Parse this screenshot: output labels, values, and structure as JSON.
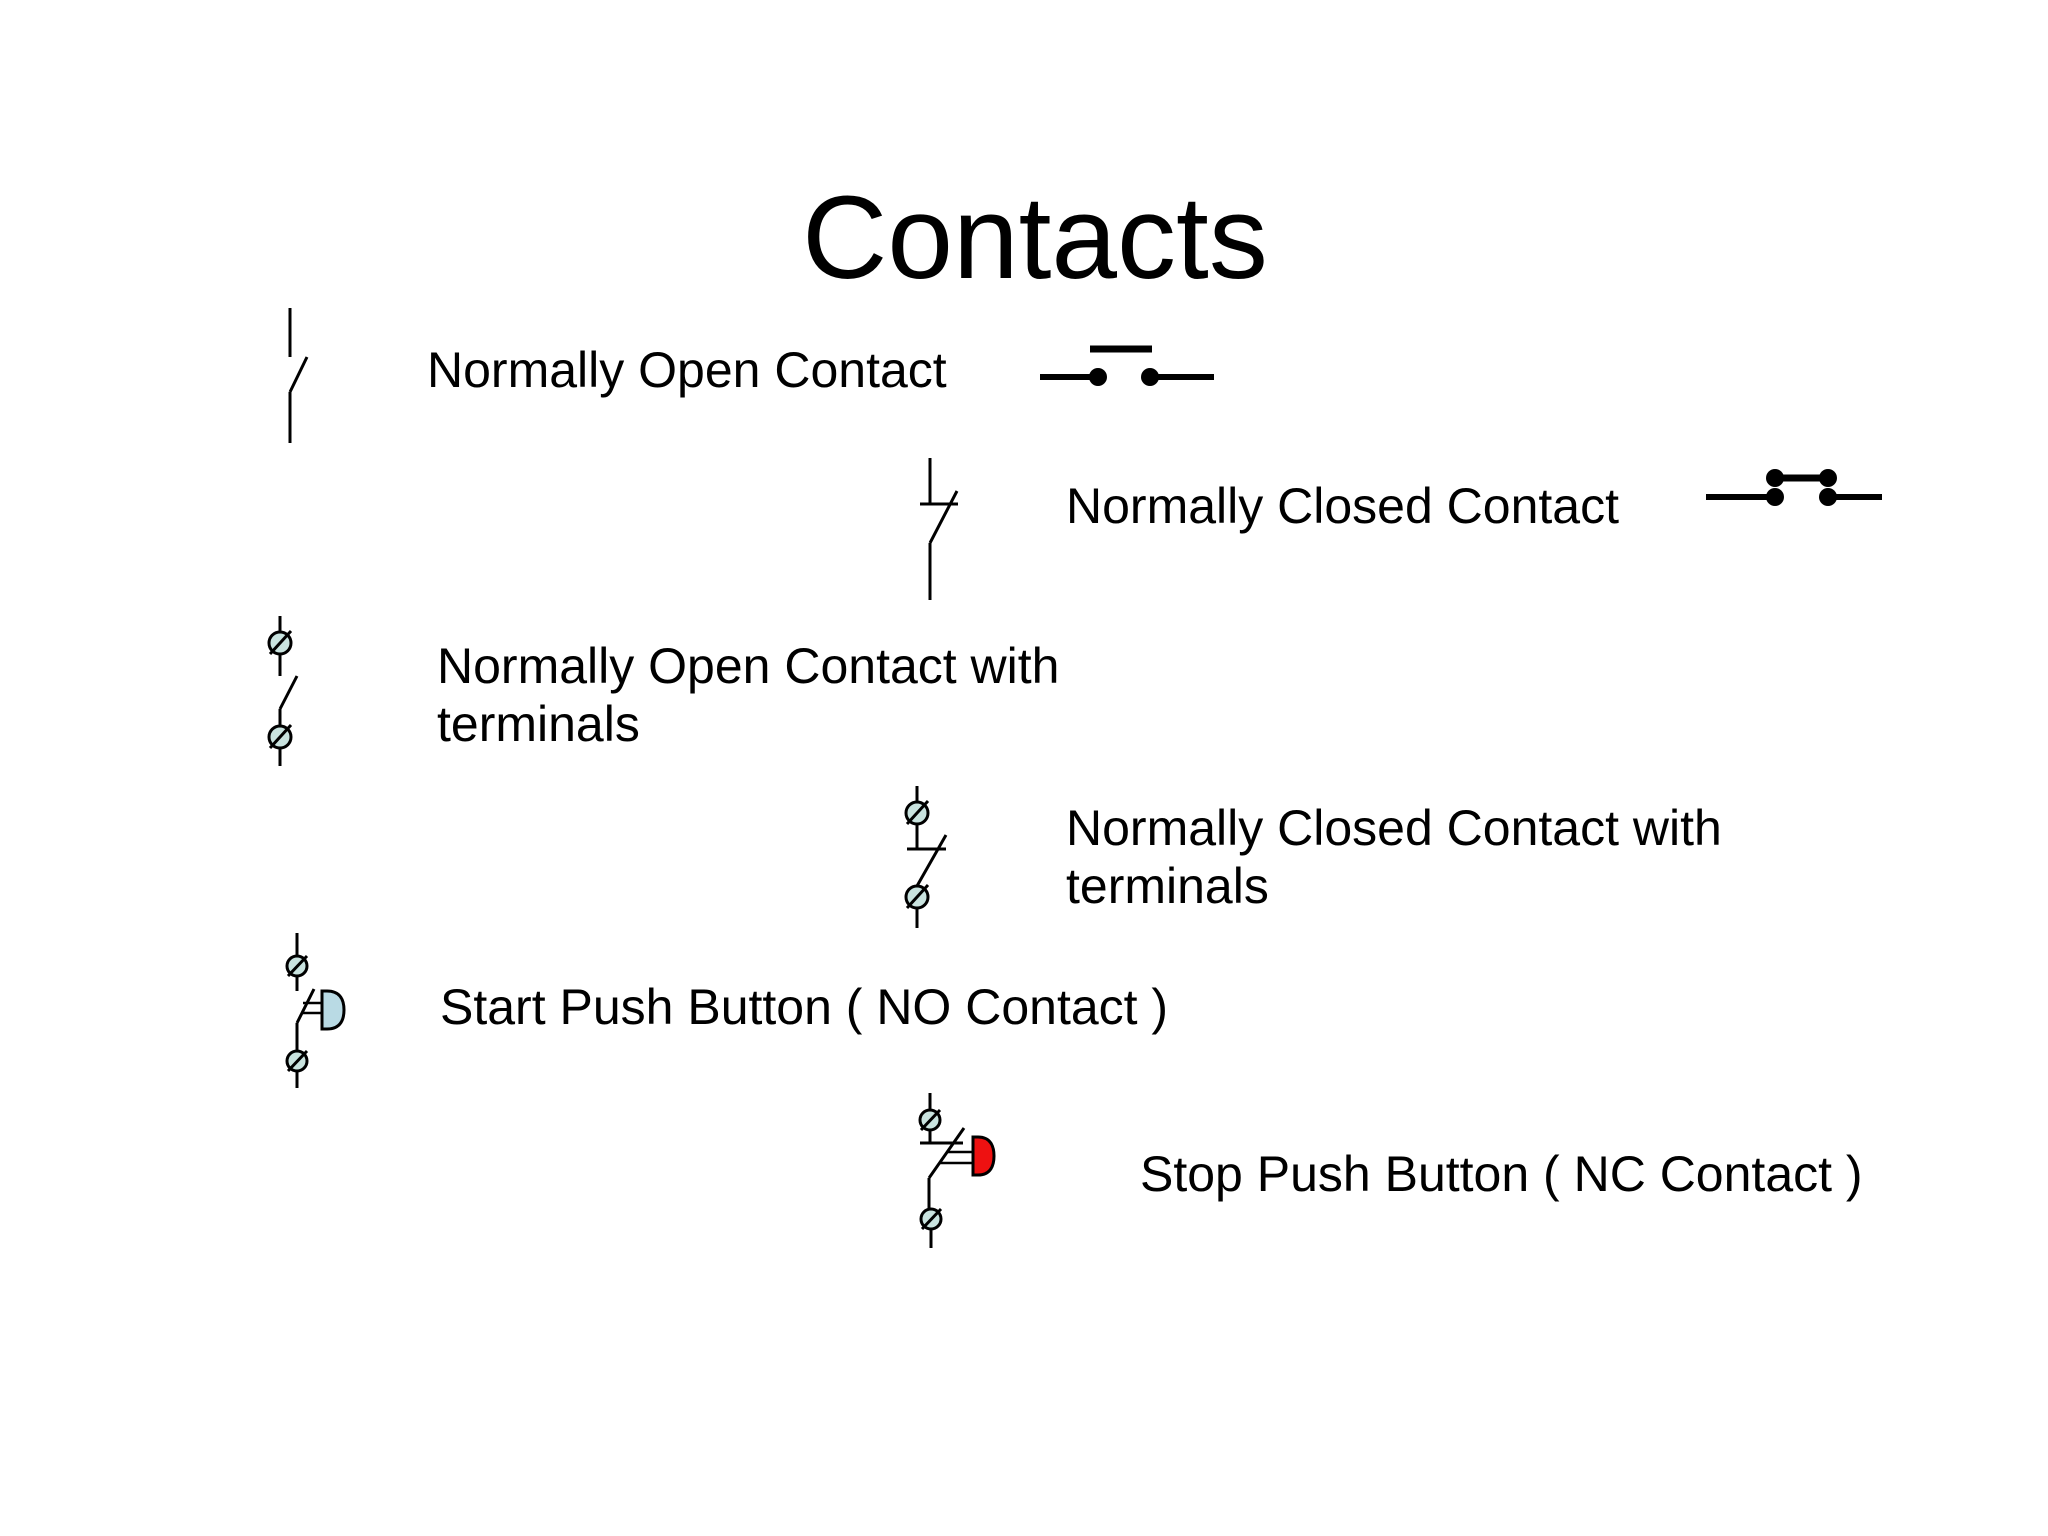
{
  "slide": {
    "title": "Contacts",
    "rows": [
      {
        "label": "Normally Open Contact"
      },
      {
        "label": "Normally Closed Contact"
      },
      {
        "label_line1": "Normally Open Contact with",
        "label_line2": "terminals"
      },
      {
        "label_line1": "Normally Closed Contact with",
        "label_line2": "terminals"
      },
      {
        "label": "Start Push Button ( NO Contact )"
      },
      {
        "label": "Stop Push Button ( NC Contact )"
      }
    ]
  },
  "symbols": {
    "row1_left": "normally-open-contact-ladder-symbol",
    "row1_right": "normally-open-contact-horizontal-symbol",
    "row2_left": "normally-closed-contact-ladder-symbol",
    "row2_right": "normally-closed-contact-horizontal-symbol",
    "row3": "normally-open-contact-with-terminals-symbol",
    "row4": "normally-closed-contact-with-terminals-symbol",
    "row5": "start-push-button-symbol",
    "row6": "stop-push-button-symbol"
  },
  "colors": {
    "background": "#ffffff",
    "line": "#000000",
    "text": "#000000",
    "terminal_fill": "#c9e3df",
    "start_button_fill": "#b9dae4",
    "stop_button_fill": "#ee1111"
  }
}
